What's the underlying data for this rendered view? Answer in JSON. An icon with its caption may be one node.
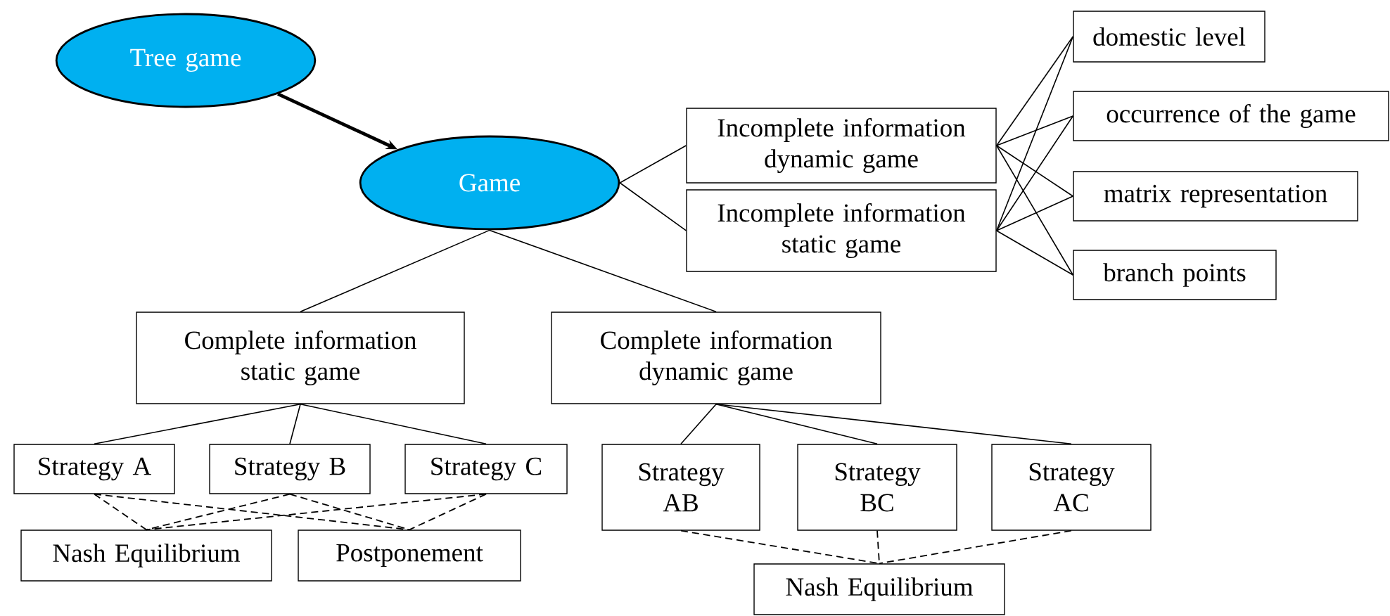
{
  "diagram": {
    "nodes": [
      {
        "text": [
          "Tree game"
        ]
      },
      {
        "text": [
          "Game"
        ]
      },
      {
        "text": [
          "Incomplete information dynamic game"
        ]
      },
      {
        "text": [
          "Incomplete information static game"
        ]
      },
      {
        "text": [
          "domestic level"
        ]
      },
      {
        "text": [
          "occurrence of the game"
        ]
      },
      {
        "text": [
          "matrix representation"
        ]
      },
      {
        "text": [
          "branch points"
        ]
      },
      {
        "text": [
          "Complete information static game"
        ]
      },
      {
        "text": [
          "Complete information dynamic game"
        ]
      },
      {
        "text": [
          "Strategy A"
        ]
      },
      {
        "text": [
          "Strategy B"
        ]
      },
      {
        "text": [
          "Strategy C"
        ]
      },
      {
        "text": [
          "Nash Equilibrium"
        ]
      },
      {
        "text": [
          "Postponement"
        ]
      },
      {
        "text": [
          "Strategy AB"
        ]
      },
      {
        "text": [
          "Strategy BC"
        ]
      },
      {
        "text": [
          "Strategy AC"
        ]
      },
      {
        "text": [
          "Nash Equilibrium"
        ]
      }
    ],
    "edges": [
      {
        "from": 0,
        "to": 1,
        "arrow": "to",
        "style": "thick"
      },
      {
        "from": 1,
        "to": 2,
        "arrow": "none"
      },
      {
        "from": 1,
        "to": 3,
        "arrow": "none"
      },
      {
        "from": 2,
        "to": 4,
        "arrow": "none"
      },
      {
        "from": 2,
        "to": 5,
        "arrow": "none"
      },
      {
        "from": 2,
        "to": 6,
        "arrow": "none"
      },
      {
        "from": 2,
        "to": 7,
        "arrow": "none"
      },
      {
        "from": 3,
        "to": 4,
        "arrow": "none"
      },
      {
        "from": 3,
        "to": 5,
        "arrow": "none"
      },
      {
        "from": 3,
        "to": 6,
        "arrow": "none"
      },
      {
        "from": 3,
        "to": 7,
        "arrow": "none"
      },
      {
        "from": 1,
        "to": 8,
        "arrow": "none"
      },
      {
        "from": 1,
        "to": 9,
        "arrow": "none"
      },
      {
        "from": 8,
        "to": 10,
        "arrow": "none"
      },
      {
        "from": 8,
        "to": 11,
        "arrow": "none"
      },
      {
        "from": 8,
        "to": 12,
        "arrow": "none"
      },
      {
        "from": 9,
        "to": 15,
        "arrow": "none"
      },
      {
        "from": 9,
        "to": 16,
        "arrow": "none"
      },
      {
        "from": 9,
        "to": 17,
        "arrow": "none"
      },
      {
        "from": 10,
        "to": 13,
        "arrow": "none",
        "style": "dashed"
      },
      {
        "from": 10,
        "to": 14,
        "arrow": "none",
        "style": "dashed"
      },
      {
        "from": 11,
        "to": 13,
        "arrow": "none",
        "style": "dashed"
      },
      {
        "from": 11,
        "to": 14,
        "arrow": "none",
        "style": "dashed"
      },
      {
        "from": 12,
        "to": 13,
        "arrow": "none",
        "style": "dashed"
      },
      {
        "from": 12,
        "to": 14,
        "arrow": "none",
        "style": "dashed"
      },
      {
        "from": 15,
        "to": 18,
        "arrow": "none",
        "style": "dashed"
      },
      {
        "from": 16,
        "to": 18,
        "arrow": "none",
        "style": "dashed"
      },
      {
        "from": 17,
        "to": 18,
        "arrow": "none",
        "style": "dashed"
      }
    ]
  }
}
